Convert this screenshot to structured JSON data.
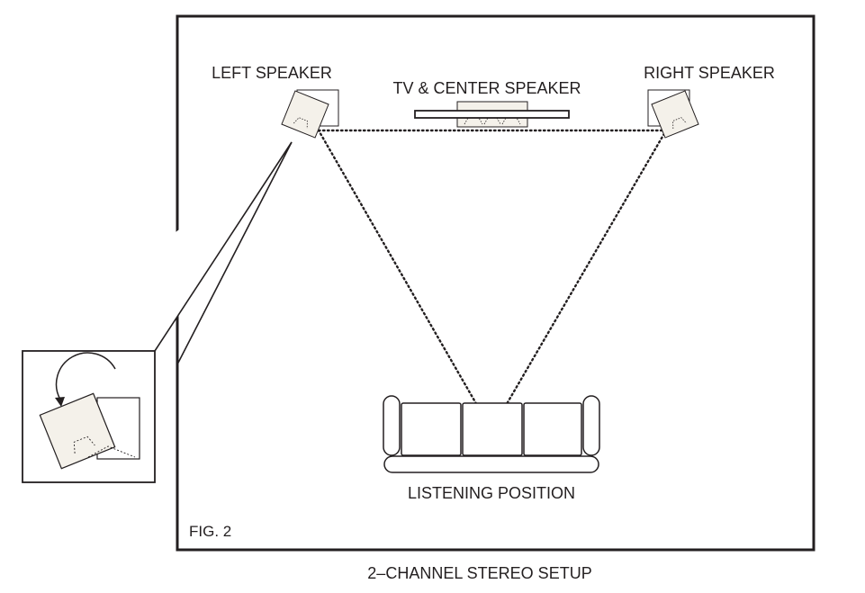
{
  "labels": {
    "left_speaker": "LEFT SPEAKER",
    "center_speaker": "TV & CENTER SPEAKER",
    "right_speaker": "RIGHT SPEAKER",
    "listening_position": "LISTENING POSITION",
    "figure": "FIG. 2",
    "caption": "2–CHANNEL STEREO SETUP"
  },
  "colors": {
    "ink": "#231f20",
    "speaker_fill": "#f4f1ea",
    "background": "#ffffff"
  },
  "icons": {
    "rotate": "rotate-arrow-icon"
  }
}
